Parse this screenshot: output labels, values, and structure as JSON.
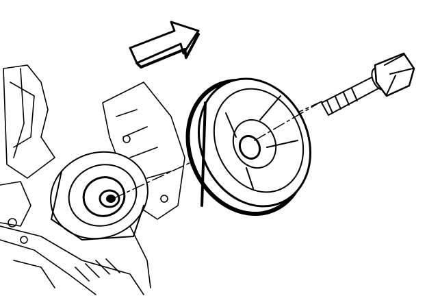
{
  "diagram": {
    "subject": "crankshaft-balancer-installation",
    "colors": {
      "ink": "#000000",
      "paper": "#ffffff"
    },
    "parts": [
      "direction-arrow",
      "balancer-bolt",
      "crankshaft-balancer",
      "engine-front-cover",
      "crankshaft-nose"
    ]
  }
}
